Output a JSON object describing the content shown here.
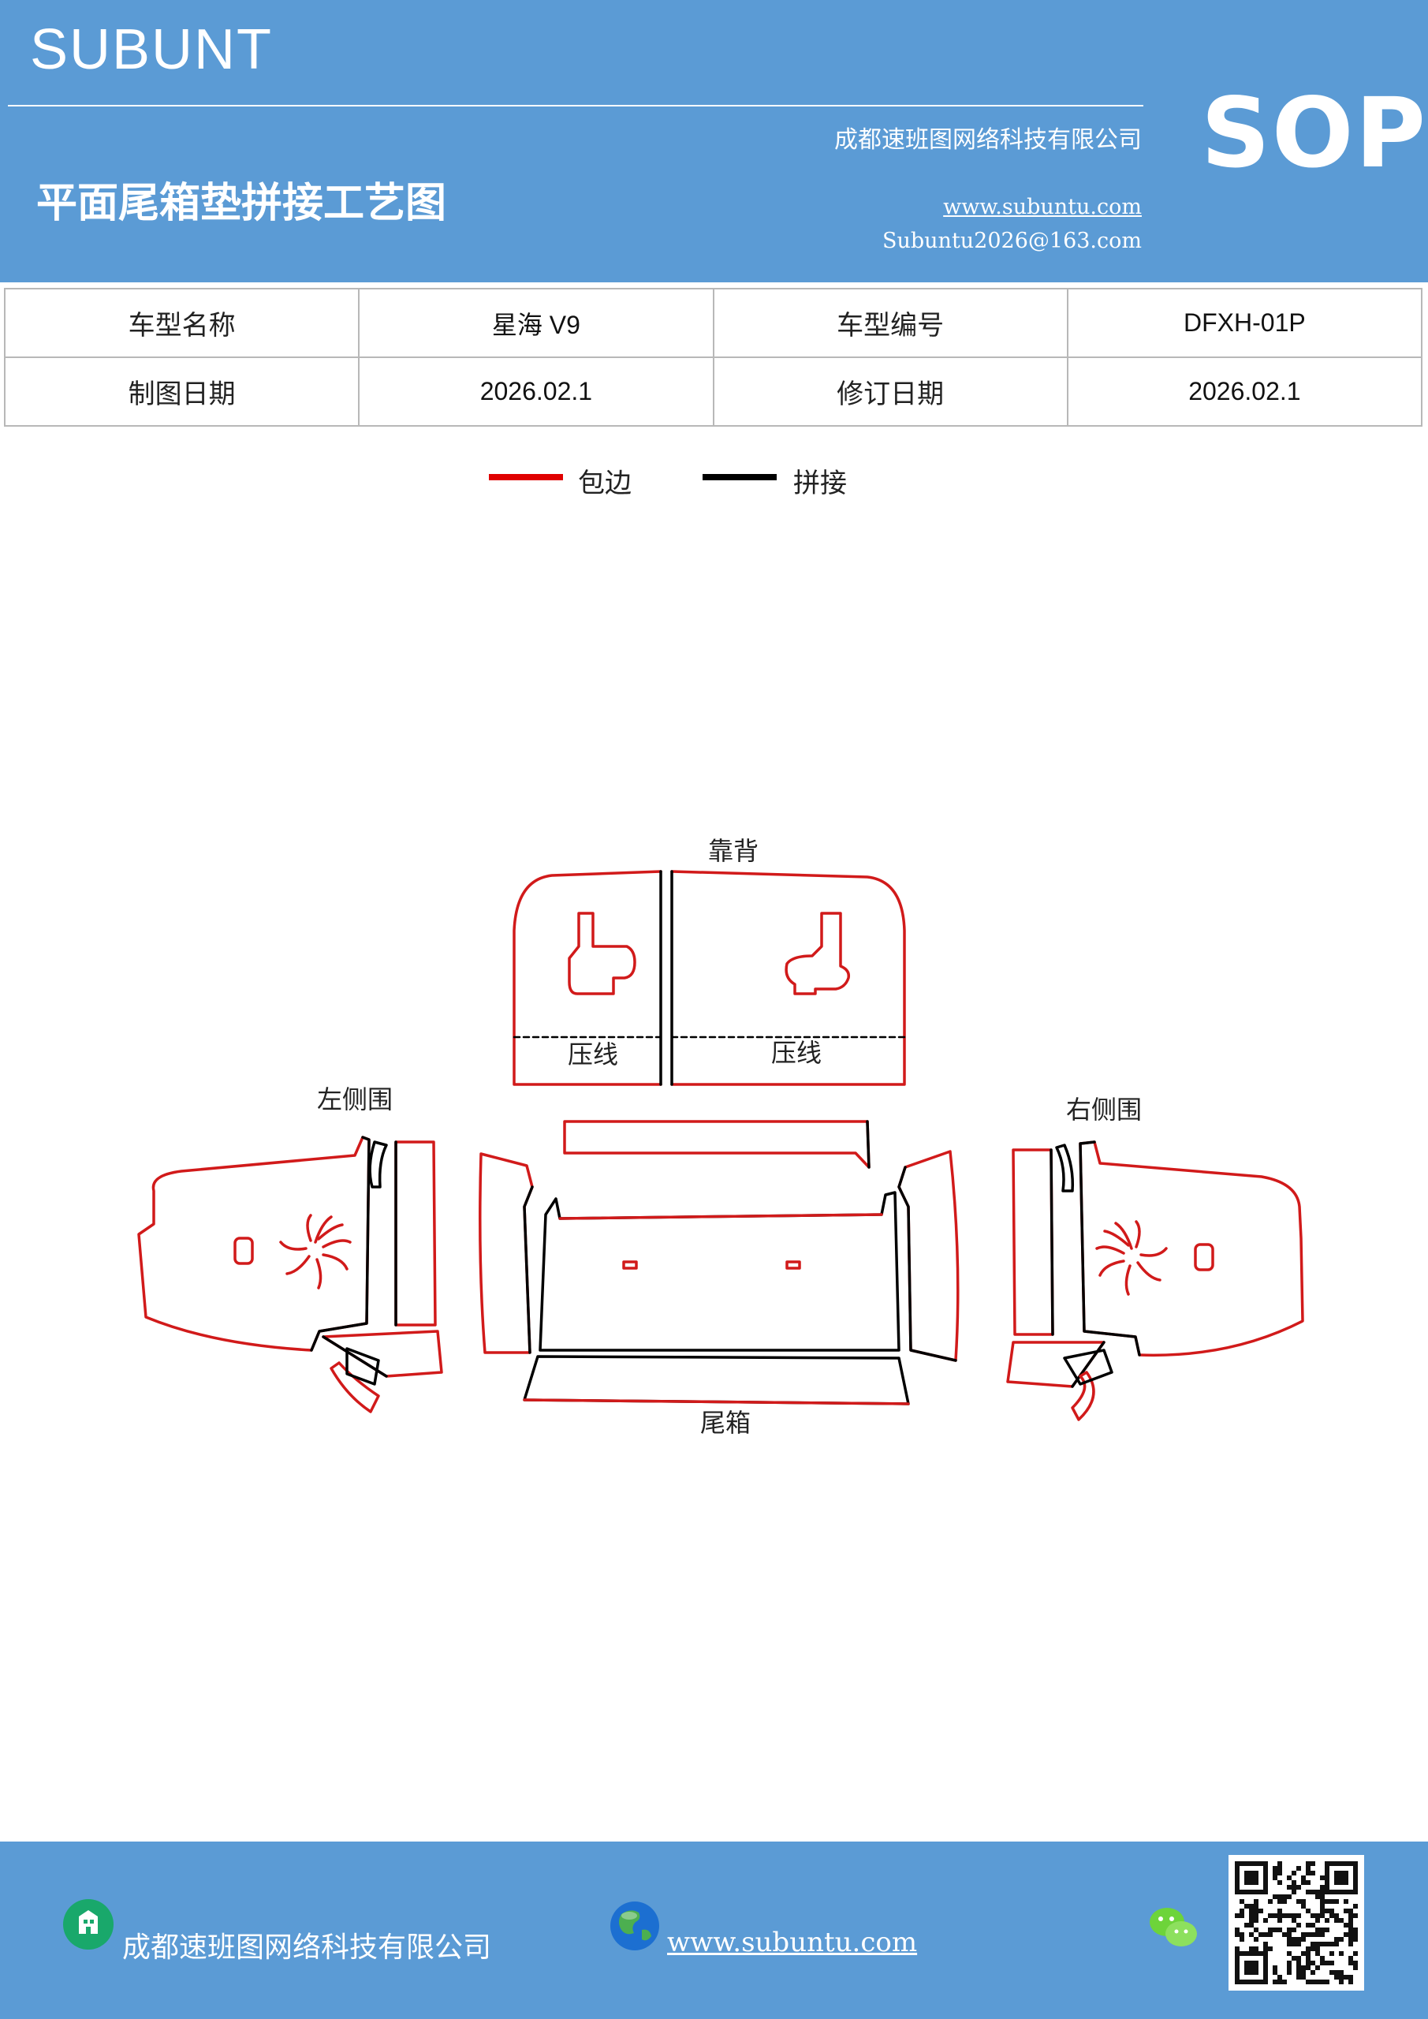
{
  "header": {
    "brand": "SUBUNT",
    "company": "成都速班图网络科技有限公司",
    "title": "平面尾箱垫拼接工艺图",
    "website": "www.subuntu.com",
    "email": "Subuntu2026@163.com",
    "badge": "SOP",
    "background_color": "#5b9bd5"
  },
  "info_table": {
    "rows": [
      [
        "车型名称",
        "星海 V9",
        "车型编号",
        "DFXH-01P"
      ],
      [
        "制图日期",
        "2026.02.1",
        "修订日期",
        "2026.02.1"
      ]
    ]
  },
  "legend": {
    "items": [
      {
        "label": "包边",
        "color": "#e00000"
      },
      {
        "label": "拼接",
        "color": "#000000"
      }
    ]
  },
  "diagram": {
    "labels": {
      "backrest": "靠背",
      "crease_left": "压线",
      "crease_right": "压线",
      "left_side": "左侧围",
      "right_side": "右侧围",
      "trunk": "尾箱"
    },
    "edge_color": "#d11a1a",
    "seam_color": "#000000"
  },
  "footer": {
    "company": "成都速班图网络科技有限公司",
    "website": "www.subuntu.com",
    "icons": [
      "building-icon",
      "globe-icon",
      "wechat-icon",
      "qr-code"
    ]
  }
}
